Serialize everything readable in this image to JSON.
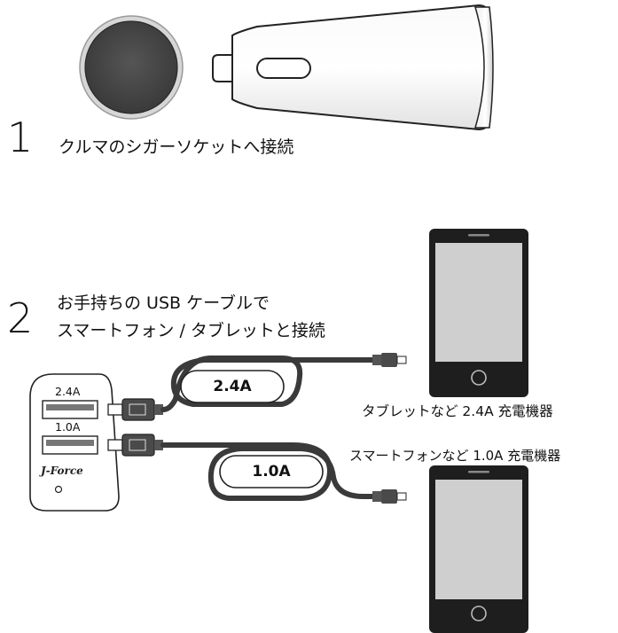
{
  "steps": [
    {
      "number": "1",
      "text": "クルマのシガーソケットへ接続"
    },
    {
      "number": "2",
      "text_line1": "お手持ちの USB ケーブルで",
      "text_line2": "スマートフォン / タブレットと接続"
    }
  ],
  "charger": {
    "port_top_label": "2.4A",
    "port_bottom_label": "1.0A",
    "brand": "J-Force"
  },
  "cables": {
    "top_label": "2.4A",
    "bottom_label": "1.0A"
  },
  "captions": {
    "tablet": "タブレットなど 2.4A 充電機器",
    "phone": "スマートフォンなど 1.0A 充電機器"
  },
  "colors": {
    "device_body": "#1e1e1e",
    "device_screen": "#cfcfcf",
    "socket_dark": "#444444",
    "cable": "#3a3a3a"
  }
}
